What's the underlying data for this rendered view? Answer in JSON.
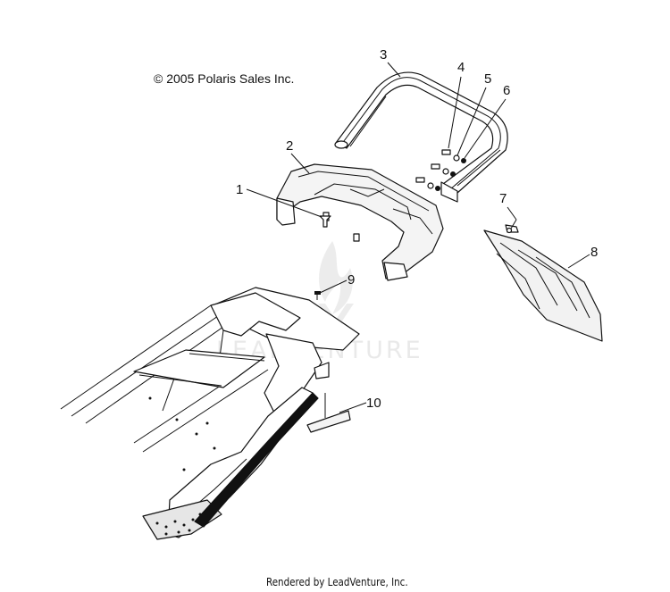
{
  "diagram": {
    "copyright": "© 2005 Polaris Sales Inc.",
    "footer": "Rendered by LeadVenture, Inc.",
    "watermark": "LEADVENTURE",
    "callouts": [
      "1",
      "2",
      "3",
      "4",
      "5",
      "6",
      "7",
      "8",
      "9",
      "10"
    ]
  }
}
